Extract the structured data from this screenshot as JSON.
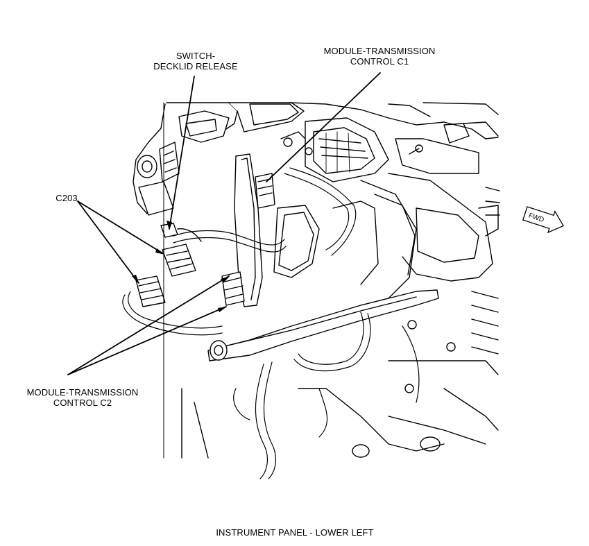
{
  "callouts": {
    "switch_decklid_line1": "SWITCH-",
    "switch_decklid_line2": "DECKLID RELEASE",
    "tcm_c1_line1": "MODULE-TRANSMISSION",
    "tcm_c1_line2": "CONTROL C1",
    "c203": "C203",
    "tcm_c2_line1": "MODULE-TRANSMISSION",
    "tcm_c2_line2": "CONTROL C2"
  },
  "direction_indicator": {
    "label": "FWD",
    "icon": "fwd-arrow-icon"
  },
  "caption": "INSTRUMENT PANEL - LOWER LEFT",
  "colors": {
    "line": "#000000",
    "background": "#ffffff",
    "harness_fill": "#d8d8d8"
  }
}
